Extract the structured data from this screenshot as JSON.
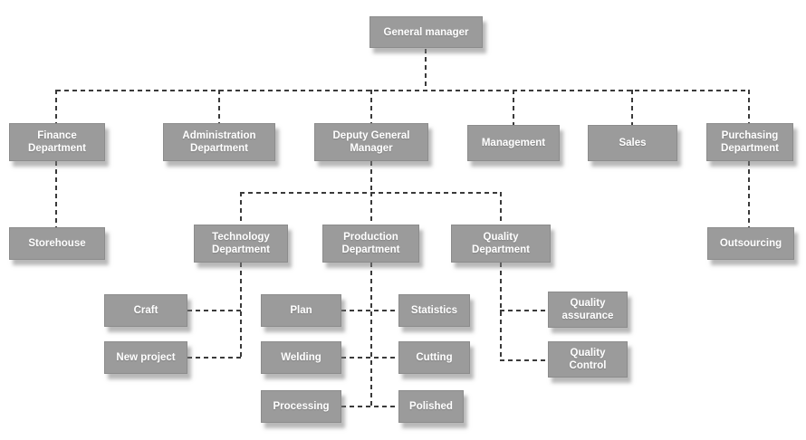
{
  "diagram": {
    "type": "org-chart",
    "colors": {
      "box_fill": "#9b9b9b",
      "box_border": "#8c8c8c",
      "box_text": "#ffffff",
      "connector": "#3a3a3a",
      "background": "#ffffff"
    },
    "nodes": [
      {
        "id": "general-manager",
        "label": "General manager"
      },
      {
        "id": "finance-department",
        "label": "Finance Department"
      },
      {
        "id": "administration-department",
        "label": "Administration Department"
      },
      {
        "id": "deputy-general-manager",
        "label": "Deputy General Manager"
      },
      {
        "id": "management",
        "label": "Management"
      },
      {
        "id": "sales",
        "label": "Sales"
      },
      {
        "id": "purchasing-department",
        "label": "Purchasing Department"
      },
      {
        "id": "storehouse",
        "label": "Storehouse"
      },
      {
        "id": "technology-department",
        "label": "Technology Department"
      },
      {
        "id": "production-department",
        "label": "Production Department"
      },
      {
        "id": "quality-department",
        "label": "Quality Department"
      },
      {
        "id": "outsourcing",
        "label": "Outsourcing"
      },
      {
        "id": "craft",
        "label": "Craft"
      },
      {
        "id": "new-project",
        "label": "New project"
      },
      {
        "id": "plan",
        "label": "Plan"
      },
      {
        "id": "welding",
        "label": "Welding"
      },
      {
        "id": "processing",
        "label": "Processing"
      },
      {
        "id": "statistics",
        "label": "Statistics"
      },
      {
        "id": "cutting",
        "label": "Cutting"
      },
      {
        "id": "polished",
        "label": "Polished"
      },
      {
        "id": "quality-assurance",
        "label": "Quality assurance"
      },
      {
        "id": "quality-control",
        "label": "Quality Control"
      }
    ],
    "hierarchy": {
      "General manager": [
        "Finance Department",
        "Administration Department",
        "Deputy General Manager",
        "Management",
        "Sales",
        "Purchasing Department"
      ],
      "Finance Department": [
        "Storehouse"
      ],
      "Deputy General Manager": [
        "Technology Department",
        "Production Department",
        "Quality Department"
      ],
      "Purchasing Department": [
        "Outsourcing"
      ],
      "Technology Department": [
        "Craft",
        "New project"
      ],
      "Production Department": [
        "Plan",
        "Statistics",
        "Welding",
        "Cutting",
        "Processing",
        "Polished"
      ],
      "Quality Department": [
        "Quality assurance",
        "Quality Control"
      ]
    }
  }
}
